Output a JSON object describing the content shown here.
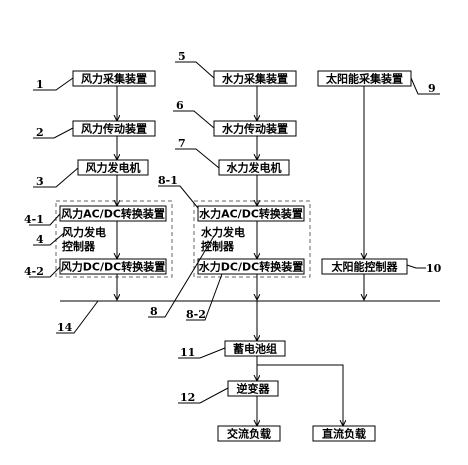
{
  "boxes": {
    "wind_collect": "风力采集装置",
    "wind_transmission": "风力传动装置",
    "wind_generator": "风力发电机",
    "wind_acdc": "风力AC/DC转换装置",
    "wind_controller_line1": "风力发电",
    "wind_controller_line2": "控制器",
    "wind_dcdc": "风力DC/DC转换装置",
    "water_collect": "水力采集装置",
    "water_transmission": "水力传动装置",
    "water_generator": "水力发电机",
    "water_acdc": "水力AC/DC转换装置",
    "water_controller_line1": "水力发电",
    "water_controller_line2": "控制器",
    "water_dcdc": "水力DC/DC转换装置",
    "solar_collect": "太阳能采集装置",
    "solar_controller": "太阳能控制器",
    "battery": "蓄电池组",
    "inverter": "逆变器",
    "ac_load": "交流负载",
    "dc_load": "直流负载"
  },
  "refs": {
    "r1": "1",
    "r2": "2",
    "r3": "3",
    "r4_1": "4-1",
    "r4": "4",
    "r4_2": "4-2",
    "r5": "5",
    "r6": "6",
    "r7": "7",
    "r8_1": "8-1",
    "r8": "8",
    "r8_2": "8-2",
    "r9": "9",
    "r10": "10",
    "r11": "11",
    "r12": "12",
    "r14": "14"
  }
}
